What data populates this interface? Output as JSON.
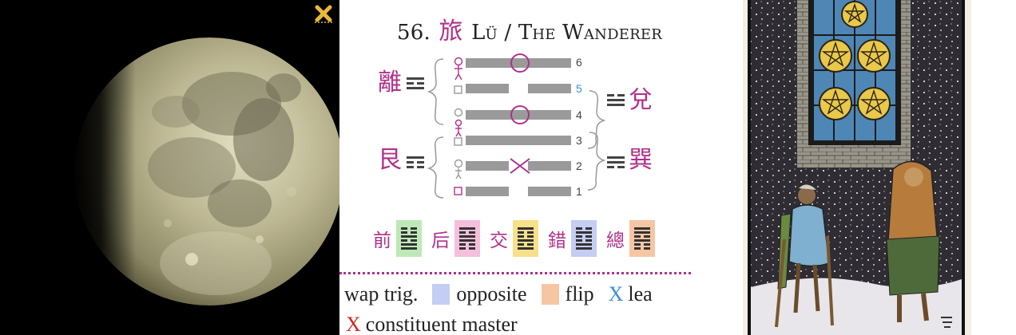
{
  "moon": {
    "image": "waxing-gibbous-moon-photo"
  },
  "close_button": {
    "icon": "close-x-icon",
    "color": "#e8b838"
  },
  "hexagram": {
    "number": "56.",
    "character": "旅",
    "name": "Lü / The Wanderer",
    "upper_trigram": {
      "character": "離"
    },
    "lower_trigram": {
      "character": "艮"
    },
    "nuclear_upper": {
      "character": "兌"
    },
    "nuclear_lower": {
      "character": "巽"
    },
    "line_numbers": [
      "6",
      "5",
      "4",
      "3",
      "2",
      "1"
    ],
    "highlighted_line": "5",
    "lines": [
      {
        "number": 6,
        "type": "yang",
        "marker": "circle"
      },
      {
        "number": 5,
        "type": "yin",
        "marker": "none"
      },
      {
        "number": 4,
        "type": "yang",
        "marker": "circle"
      },
      {
        "number": 3,
        "type": "yang",
        "marker": "none"
      },
      {
        "number": 2,
        "type": "yin",
        "marker": "x"
      },
      {
        "number": 1,
        "type": "yin",
        "marker": "none"
      }
    ],
    "accent_color": "#b0308a"
  },
  "relations": [
    {
      "label": "前",
      "color": "#bfe8b8"
    },
    {
      "label": "后",
      "color": "#f5bfdc"
    },
    {
      "label": "交",
      "color": "#f7e08a"
    },
    {
      "label": "錯",
      "color": "#c4cdf3"
    },
    {
      "label": "總",
      "color": "#f6c6a4"
    }
  ],
  "legend": {
    "swap_trig": "wap trig.",
    "opposite": "opposite",
    "flip": "flip",
    "lead_x": "X",
    "lead": "lea",
    "constituent_x": "X",
    "constituent": "constituent master",
    "colors": {
      "opposite": "#c4cdf3",
      "flip": "#f6c6a4",
      "lead": "#3a8fd0",
      "constituent": "#d0261e"
    }
  },
  "tarot": {
    "image": "five-of-pentacles-card"
  }
}
